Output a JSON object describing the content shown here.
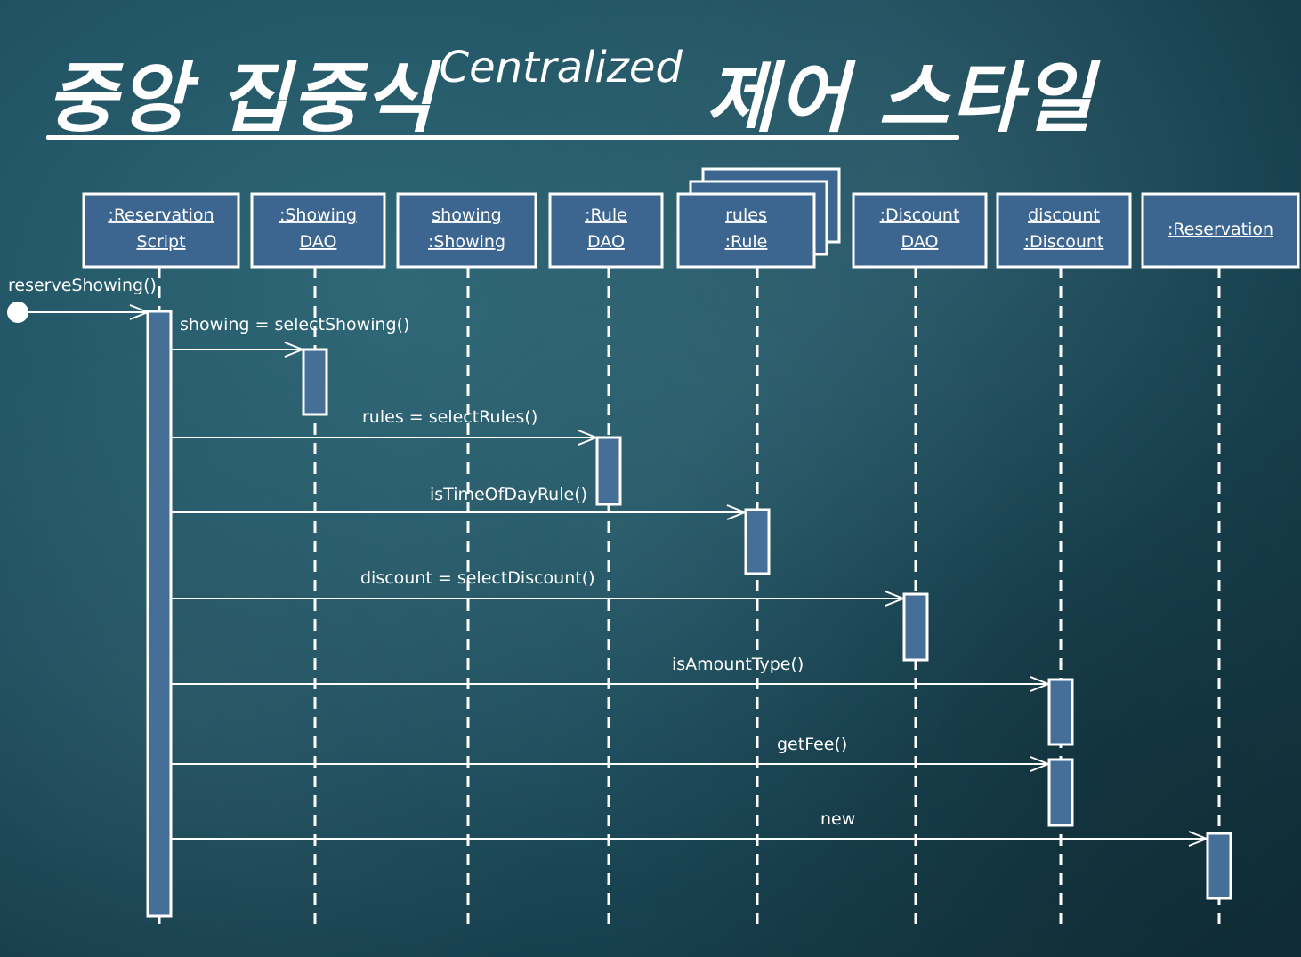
{
  "title": {
    "korean_prefix": "중앙 집중식",
    "english": "Centralized",
    "korean_suffix": "제어 스타일"
  },
  "participants": [
    {
      "line1": ":Reservation",
      "line2": "Script"
    },
    {
      "line1": ":Showing",
      "line2": "DAO"
    },
    {
      "line1": "showing",
      "line2": ":Showing"
    },
    {
      "line1": ":Rule",
      "line2": "DAO"
    },
    {
      "line1": "rules",
      "line2": ":Rule",
      "multi": true
    },
    {
      "line1": ":Discount",
      "line2": "DAO"
    },
    {
      "line1": "discount",
      "line2": ":Discount"
    },
    {
      "line1": ":Reservation",
      "line2": ""
    }
  ],
  "found_message": "reserveShowing()",
  "messages": [
    {
      "label": "showing = selectShowing()",
      "target": 1
    },
    {
      "label": "rules = selectRules()",
      "target": 3
    },
    {
      "label": "isTimeOfDayRule()",
      "target": 4
    },
    {
      "label": "discount = selectDiscount()",
      "target": 5
    },
    {
      "label": "isAmountType()",
      "target": 6
    },
    {
      "label": "getFee()",
      "target": 6
    },
    {
      "label": "new",
      "target": 7
    }
  ],
  "colors": {
    "box_fill": "#3c6690",
    "activation_fill": "#466f98",
    "line": "#ffffff"
  }
}
